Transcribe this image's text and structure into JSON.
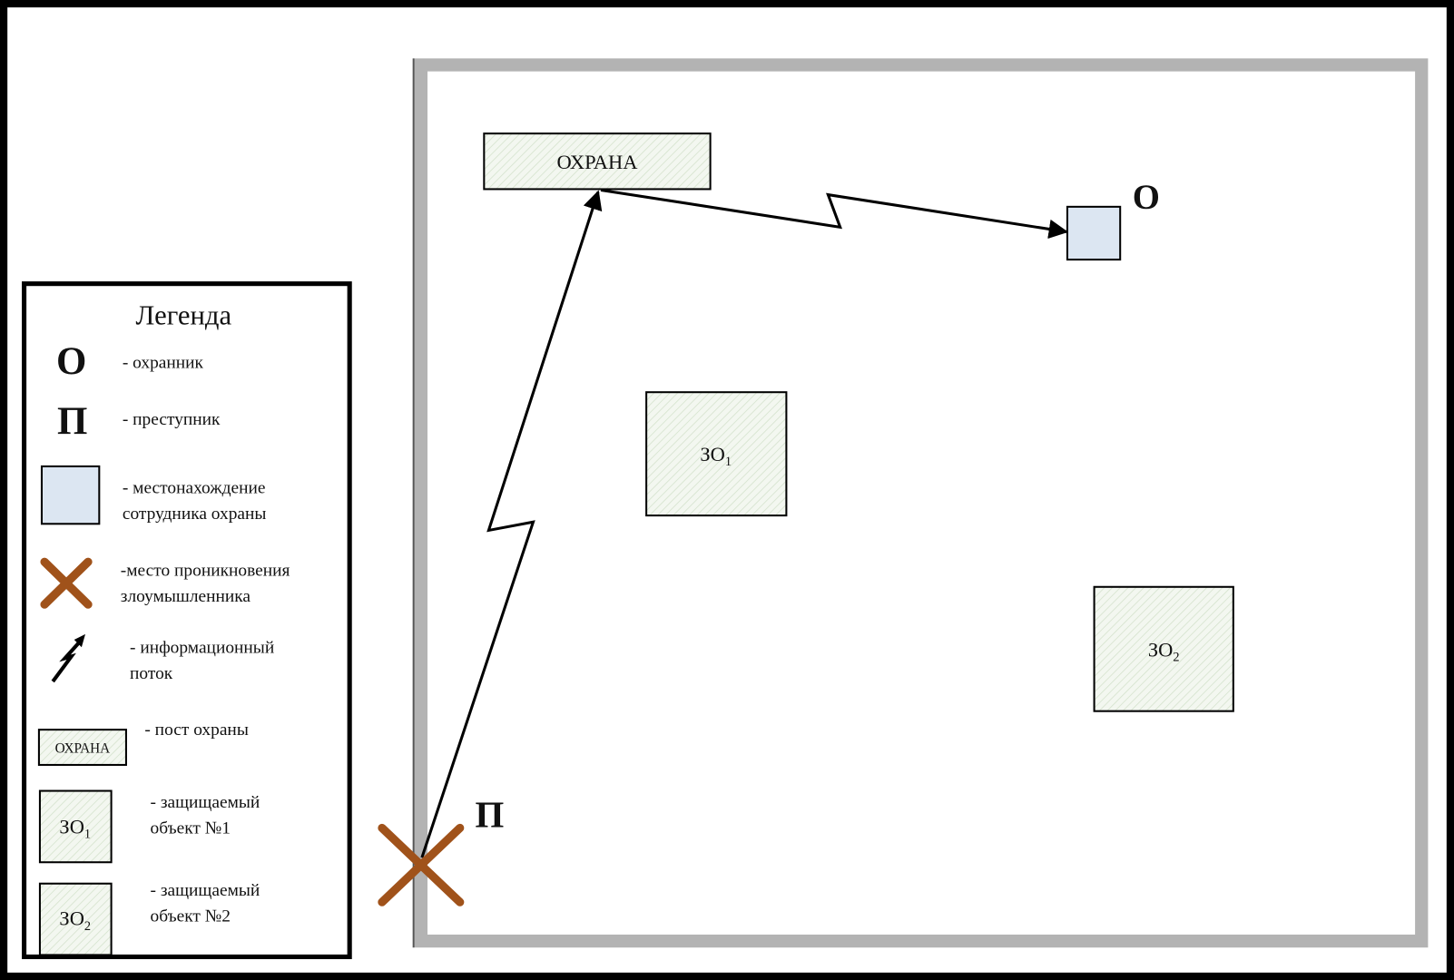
{
  "colors": {
    "frame": "#000000",
    "wall": "#b3b3b3",
    "intrusion": "#a0521a",
    "guard_fill": "#dce6f2",
    "hatch_fill": "#eef4ea"
  },
  "diagram": {
    "post_label": "ОХРАНА",
    "guard_symbol": "О",
    "intruder_symbol": "П",
    "obj1": {
      "base": "ЗО",
      "sub": "1"
    },
    "obj2": {
      "base": "ЗО",
      "sub": "2"
    }
  },
  "legend": {
    "title": "Легенда",
    "guard": {
      "symbol": "О",
      "text": "- охранник"
    },
    "intruder": {
      "symbol": "П",
      "text": "- преступник"
    },
    "location": {
      "line1": "-   местонахождение",
      "line2": "сотрудника охраны"
    },
    "entry": {
      "line1": "-место   проникновения",
      "line2": "злоумышленника"
    },
    "flow": {
      "line1": "- информационный",
      "line2": "поток"
    },
    "post": {
      "box": "ОХРАНА",
      "text": "- пост охраны"
    },
    "obj1": {
      "base": "ЗО",
      "sub": "1",
      "line1": "-     защищаемый",
      "line2": "объект №1"
    },
    "obj2": {
      "base": "ЗО",
      "sub": "2",
      "line1": "-     защищаемый",
      "line2": "объект №2"
    }
  }
}
